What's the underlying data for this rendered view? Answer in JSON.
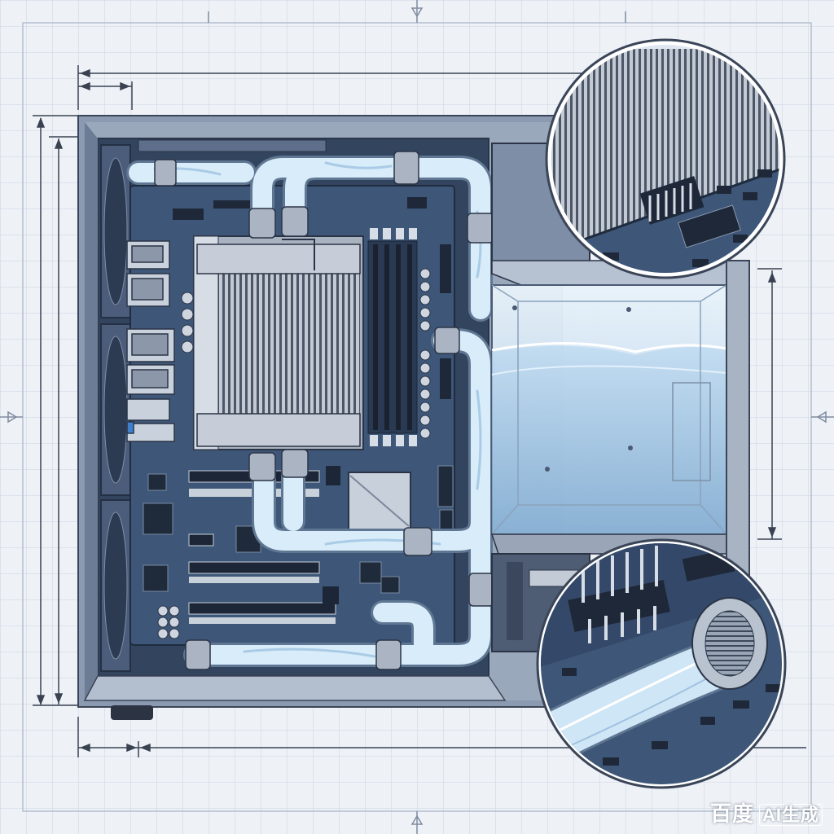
{
  "illustration": {
    "subject": "cutaway-pc-case-with-custom-water-cooling",
    "colors": {
      "grid_bg": "#eef2f7",
      "grid_line": "#c9d3e0",
      "case_metal": "#7e8ea6",
      "case_dark": "#3b4c66",
      "pcb": "#3e5778",
      "coolant": "#cfe6f7",
      "tube_outline": "#5f7792",
      "heatsink": "#b7bfca"
    },
    "icons": [
      "dimension-arrow-icon",
      "crosshair-tick-icon"
    ]
  },
  "watermark": {
    "brand": "百度",
    "badge": "AI生成"
  }
}
